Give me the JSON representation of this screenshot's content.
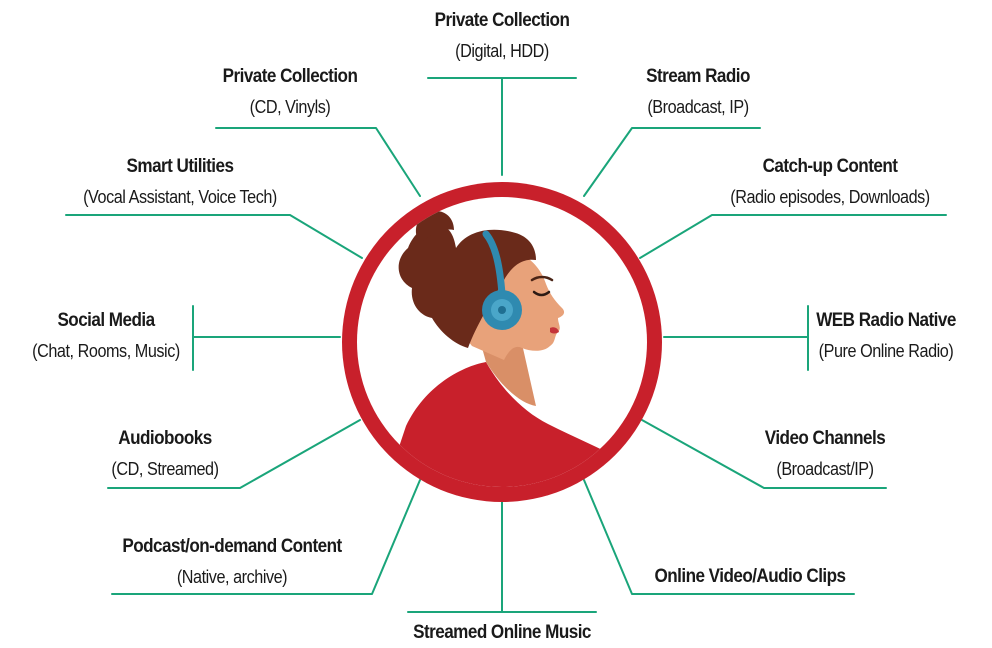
{
  "diagram": {
    "colors": {
      "connector": "#1aa57a",
      "ring": "#c8202b",
      "hair": "#6a2a1a",
      "skin": "#e8a27a",
      "headphones": "#2f8ab0",
      "shirt": "#c8202b",
      "text": "#1a1a1a"
    },
    "center_illustration": "woman-with-headphones-icon",
    "nodes": [
      {
        "id": "private-digital",
        "title": "Private Collection",
        "subtitle": "(Digital, HDD)"
      },
      {
        "id": "private-cd",
        "title": "Private Collection",
        "subtitle": "(CD, Vinyls)"
      },
      {
        "id": "stream-radio",
        "title": "Stream Radio",
        "subtitle": "(Broadcast, IP)"
      },
      {
        "id": "smart-utilities",
        "title": "Smart Utilities",
        "subtitle": "(Vocal Assistant, Voice Tech)"
      },
      {
        "id": "catch-up",
        "title": "Catch-up Content",
        "subtitle": "(Radio episodes, Downloads)"
      },
      {
        "id": "social-media",
        "title": "Social Media",
        "subtitle": "(Chat, Rooms, Music)"
      },
      {
        "id": "web-radio",
        "title": "WEB Radio Native",
        "subtitle": "(Pure Online Radio)"
      },
      {
        "id": "audiobooks",
        "title": "Audiobooks",
        "subtitle": "(CD, Streamed)"
      },
      {
        "id": "video-channels",
        "title": "Video Channels",
        "subtitle": "(Broadcast/IP)"
      },
      {
        "id": "podcast",
        "title": "Podcast/on-demand Content",
        "subtitle": "(Native, archive)"
      },
      {
        "id": "online-clips",
        "title": "Online Video/Audio Clips",
        "subtitle": ""
      },
      {
        "id": "streamed-music",
        "title": "Streamed Online Music",
        "subtitle": ""
      }
    ]
  }
}
